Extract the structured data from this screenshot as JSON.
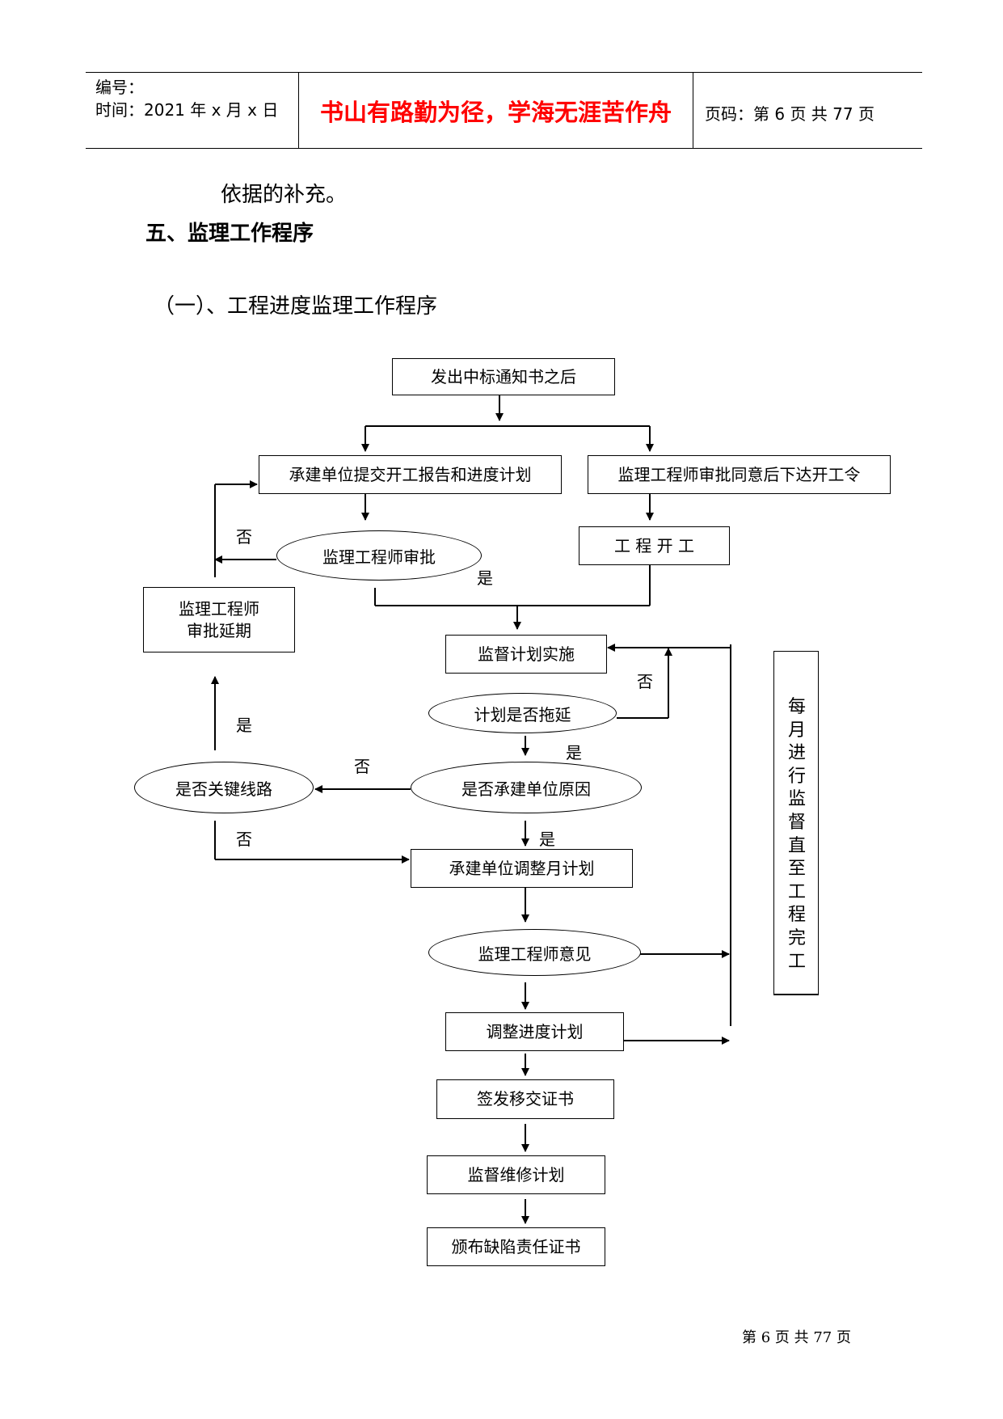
{
  "header": {
    "serial_label": "编号：",
    "time_label": "时间：2021 年 x 月 x 日",
    "motto": "书山有路勤为径，学海无涯苦作舟",
    "page_label": "页码：第 6 页  共 77 页"
  },
  "body": {
    "continuation": "依据的补充。",
    "section_title": "五、监理工作程序",
    "subsection_title": "（一）、工程进度监理工作程序"
  },
  "flowchart": {
    "nodes": {
      "n1": "发出中标通知书之后",
      "n2": "承建单位提交开工报告和进度计划",
      "n3": "监理工程师审批同意后下达开工令",
      "n4": "监理工程师审批",
      "n5": "工 程 开 工",
      "n6_line1": "监理工程师",
      "n6_line2": "审批延期",
      "n7": "监督计划实施",
      "n8": "计划是否拖延",
      "n9": "是否承建单位原因",
      "n10": "是否关键线路",
      "n11": "承建单位调整月计划",
      "n12": "监理工程师意见",
      "n13": "调整进度计划",
      "n14": "签发移交证书",
      "n15": "监督维修计划",
      "n16": "颁布缺陷责任证书",
      "side": "每月进行监督直至工程完工"
    },
    "labels": {
      "no": "否",
      "yes": "是"
    }
  },
  "footer": {
    "page_text": "第 6 页 共 77 页"
  }
}
